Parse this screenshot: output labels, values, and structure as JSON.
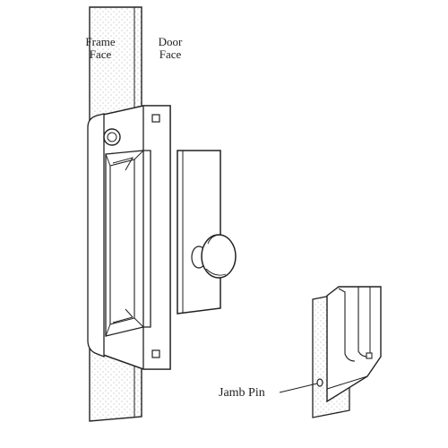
{
  "labels": {
    "frame_face": "Frame\nFace",
    "door_face": "Door\nFace",
    "jamb_pin": "Jamb Pin"
  },
  "colors": {
    "line": "#222222",
    "stipple": "#9a9a9a",
    "background": "#ffffff"
  },
  "parts": [
    "frame-jamb",
    "latch-guard-plate",
    "strike-plate",
    "knob-rose",
    "knob",
    "detail-inset",
    "jamb-pin"
  ]
}
